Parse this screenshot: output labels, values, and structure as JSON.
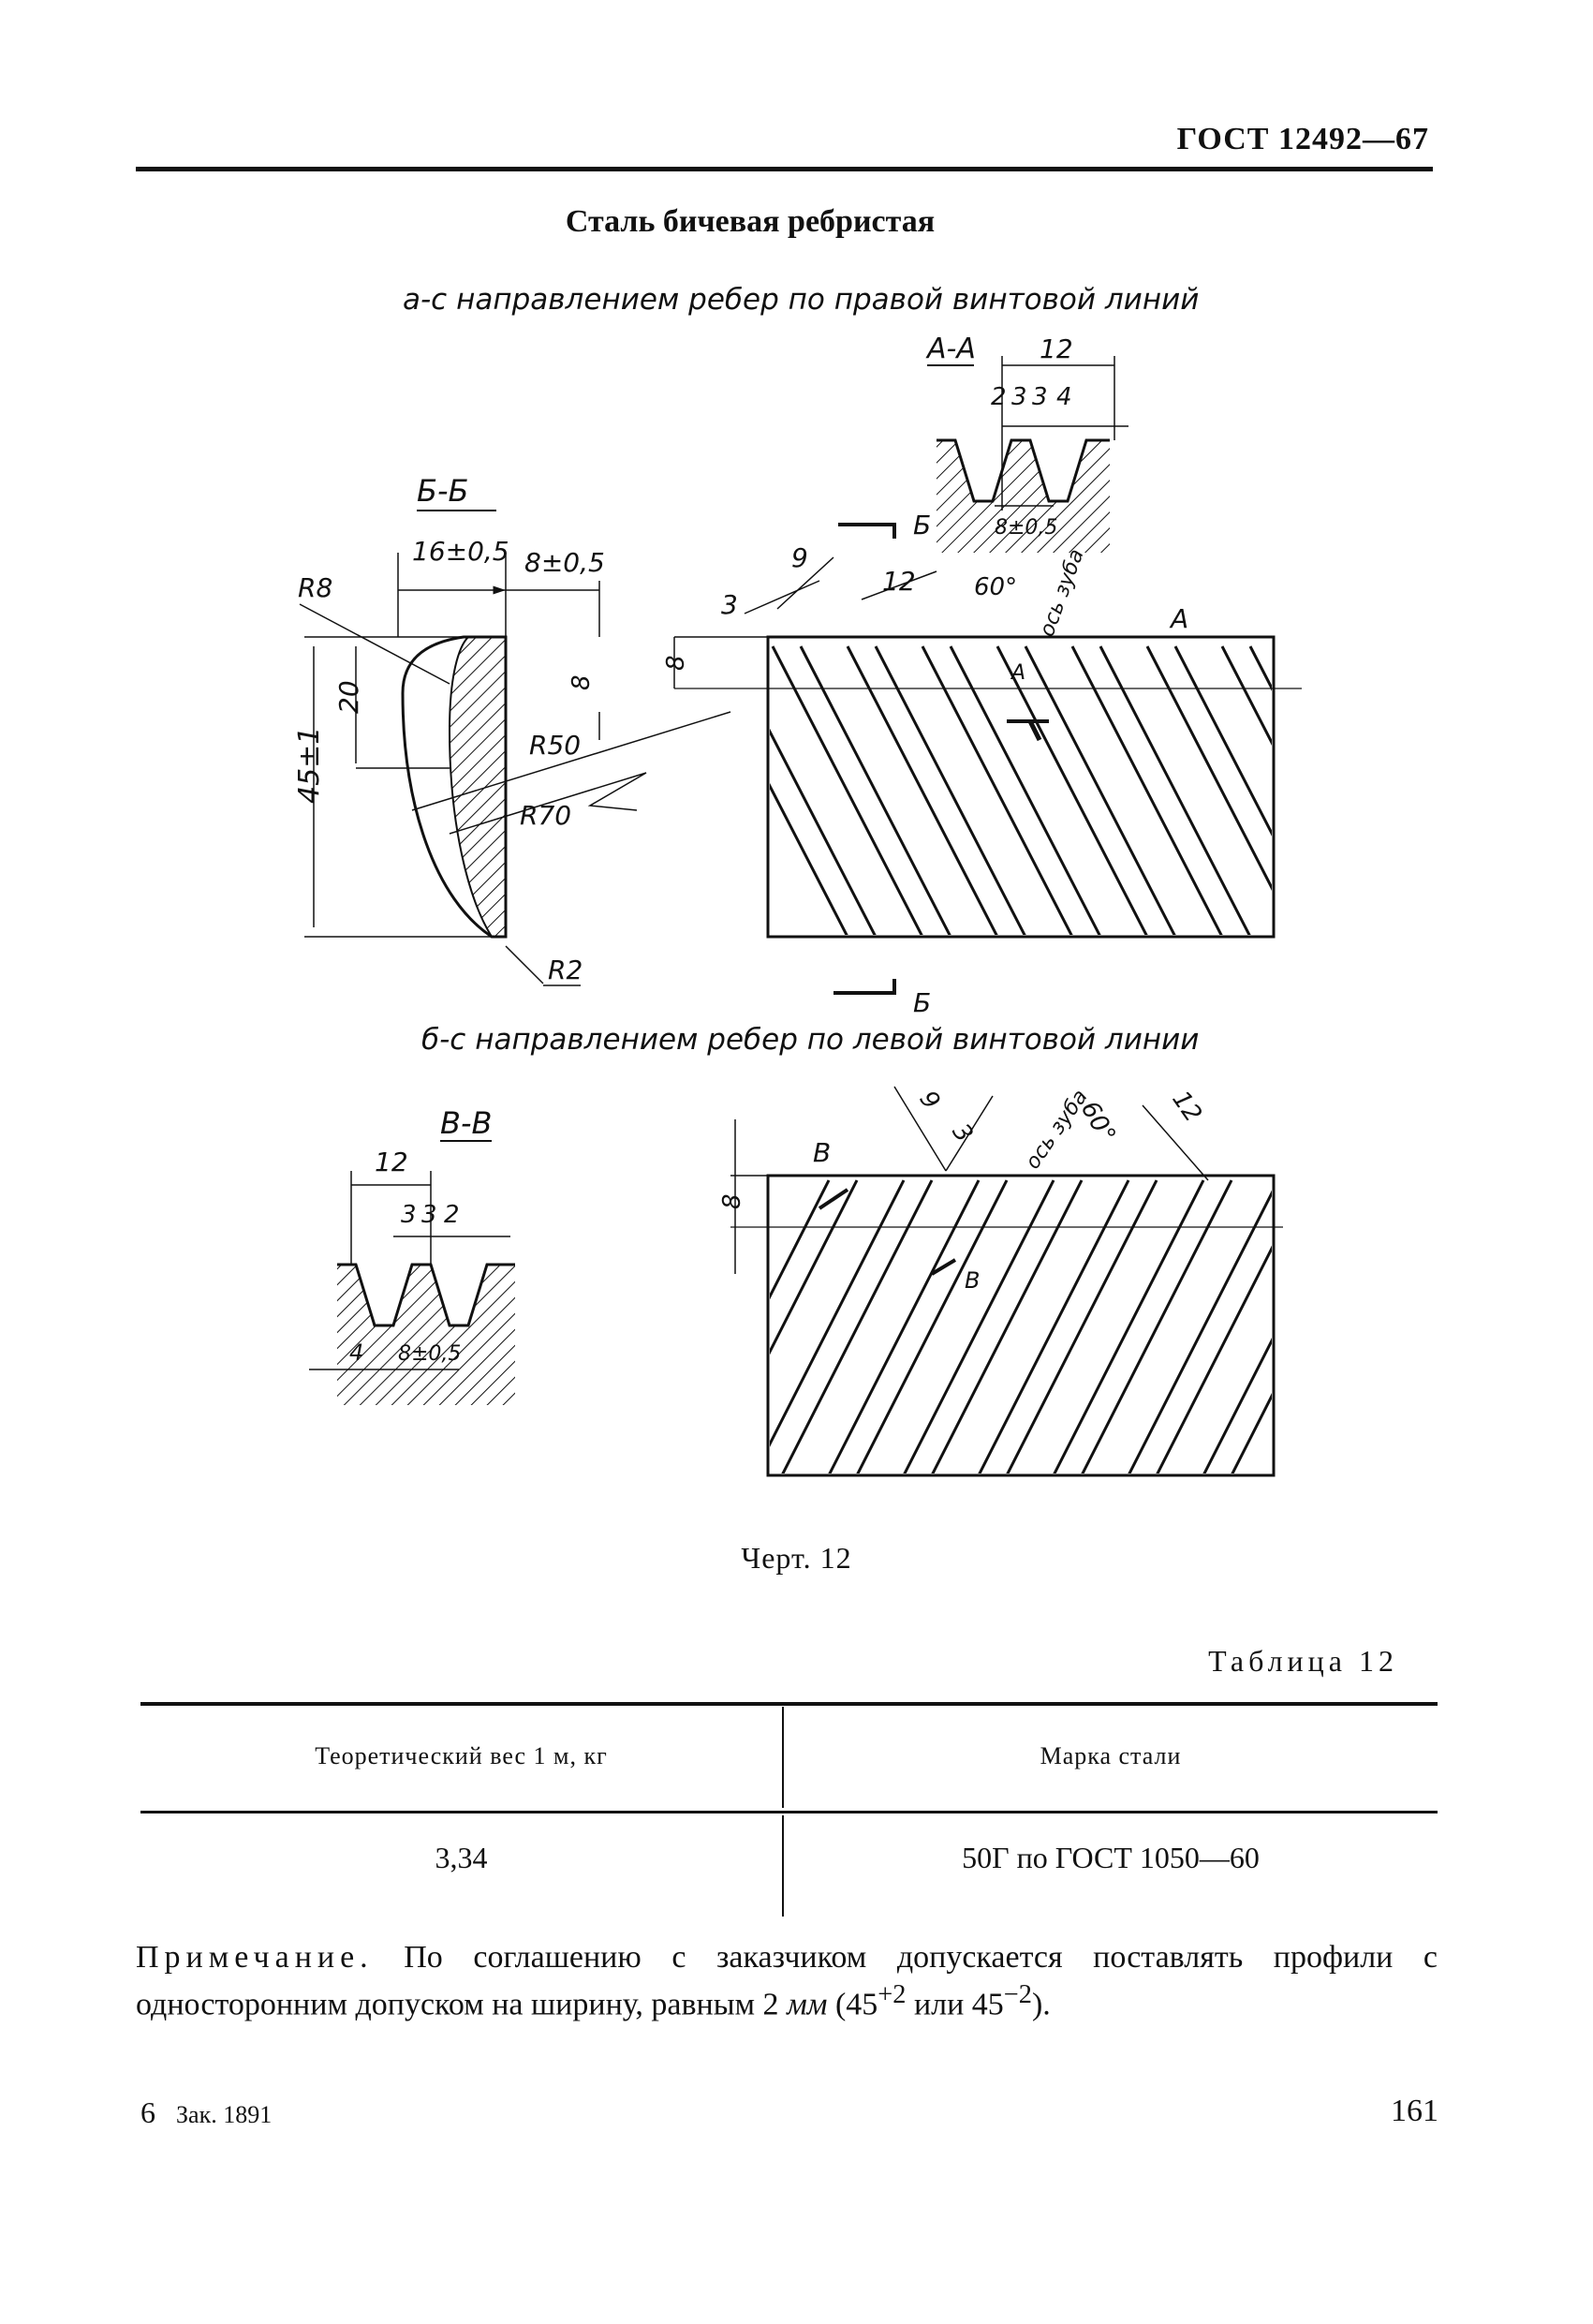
{
  "header": {
    "doc_code": "ГОСТ 12492—67"
  },
  "title": "Сталь бичевая ребристая",
  "subtitle_a": "а-с направлением ребер по правой винтовой линий",
  "subtitle_b": "б-с направлением ребер по левой винтовой линии",
  "drawing_labels": {
    "section_aa": "А-А",
    "section_bb": "Б-Б",
    "section_vv": "В-В",
    "letter_b": "Б",
    "letter_a": "А",
    "letter_v": "В",
    "dim_12": "12",
    "dim_2": "2",
    "dim_3": "3",
    "dim_4": "4",
    "dim_8pm05": "8±0,5",
    "dim_16pm05": "16±0,5",
    "dim_45pm1": "45±1",
    "dim_20": "20",
    "dim_8": "8",
    "dim_9": "9",
    "r8": "R8",
    "r50": "R50",
    "r70": "R70",
    "r2": "R2",
    "angle_60": "60°",
    "axis_tooth": "ось зуба"
  },
  "figure_caption": "Черт. 12",
  "table": {
    "caption": "Таблица 12",
    "headers": [
      "Теоретический вес 1 м, кг",
      "Марка стали"
    ],
    "rows": [
      [
        "3,34",
        "50Г по ГОСТ 1050—60"
      ]
    ]
  },
  "note": {
    "label": "Примечание.",
    "text_1": "По соглашению с заказчиком допускается поставлять профили с односторонним допуском на ширину, равным 2",
    "unit": "мм",
    "text_2": "(45",
    "sup_1": "+2",
    "text_3": "или 45",
    "sup_2": "−2",
    "text_4": ")."
  },
  "footer": {
    "left_num": "6",
    "order": "Зак. 1891",
    "page_number": "161"
  }
}
